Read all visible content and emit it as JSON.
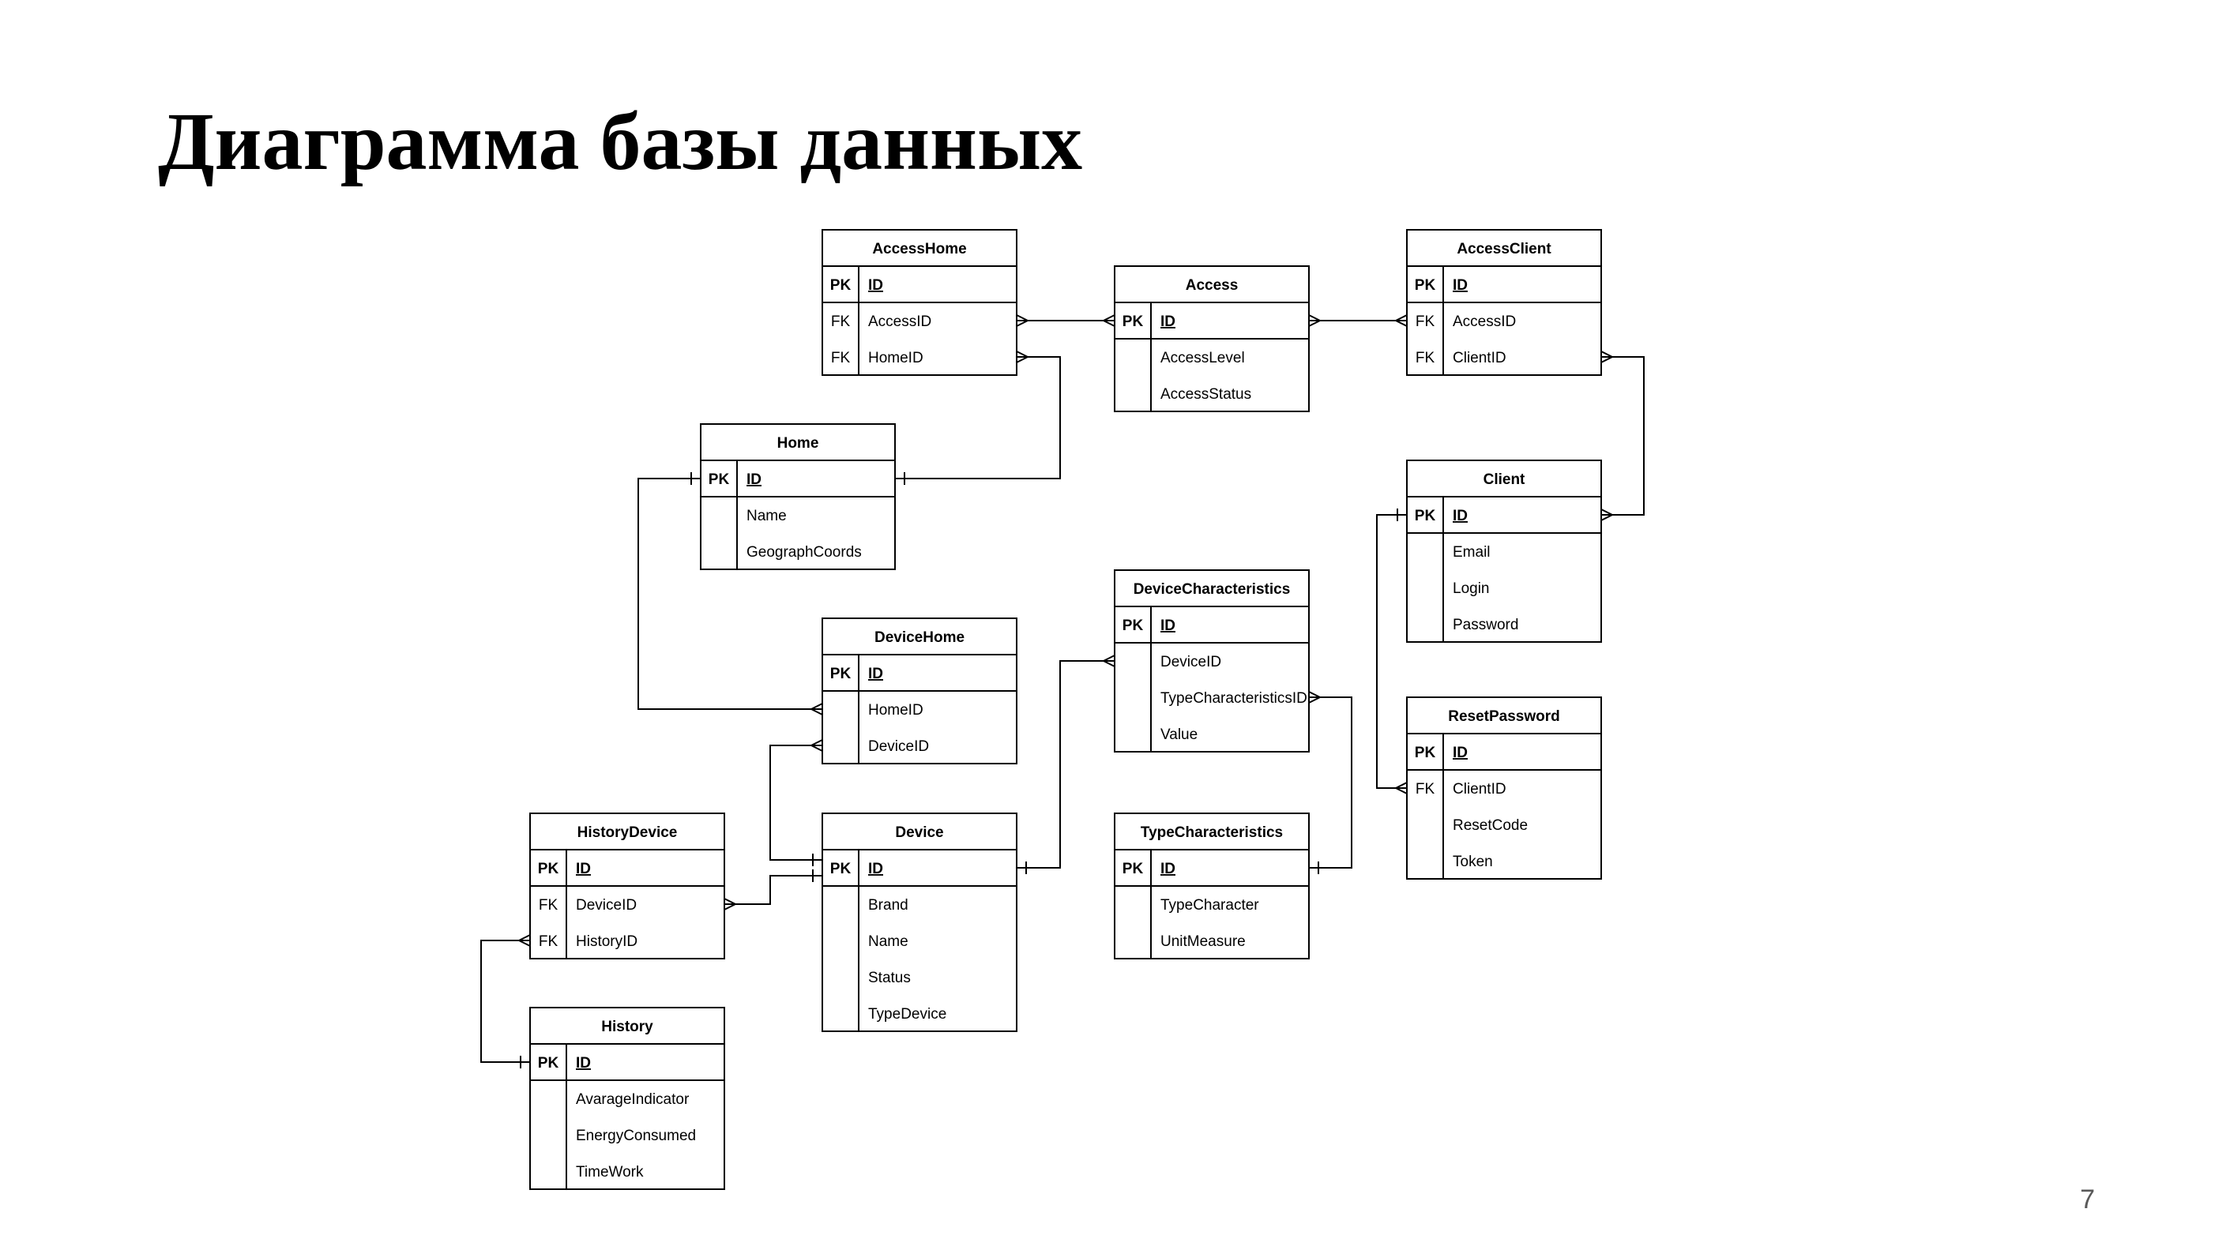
{
  "slide": {
    "title": "Диаграмма базы данных",
    "page_number": "7"
  },
  "entities": [
    {
      "name": "AccessHome",
      "rows": [
        {
          "key": "PK",
          "field": "ID"
        },
        {
          "key": "FK",
          "field": "AccessID"
        },
        {
          "key": "FK",
          "field": "HomeID"
        }
      ]
    },
    {
      "name": "Access",
      "rows": [
        {
          "key": "PK",
          "field": "ID"
        },
        {
          "key": "",
          "field": "AccessLevel"
        },
        {
          "key": "",
          "field": "AccessStatus"
        }
      ]
    },
    {
      "name": "AccessClient",
      "rows": [
        {
          "key": "PK",
          "field": "ID"
        },
        {
          "key": "FK",
          "field": "AccessID"
        },
        {
          "key": "FK",
          "field": "ClientID"
        }
      ]
    },
    {
      "name": "Home",
      "rows": [
        {
          "key": "PK",
          "field": "ID"
        },
        {
          "key": "",
          "field": "Name"
        },
        {
          "key": "",
          "field": "GeographCoords"
        }
      ]
    },
    {
      "name": "Client",
      "rows": [
        {
          "key": "PK",
          "field": "ID"
        },
        {
          "key": "",
          "field": "Email"
        },
        {
          "key": "",
          "field": "Login"
        },
        {
          "key": "",
          "field": "Password"
        }
      ]
    },
    {
      "name": "DeviceCharacteristics",
      "rows": [
        {
          "key": "PK",
          "field": "ID"
        },
        {
          "key": "",
          "field": "DeviceID"
        },
        {
          "key": "",
          "field": "TypeCharacteristicsID"
        },
        {
          "key": "",
          "field": "Value"
        }
      ]
    },
    {
      "name": "DeviceHome",
      "rows": [
        {
          "key": "PK",
          "field": "ID"
        },
        {
          "key": "",
          "field": "HomeID"
        },
        {
          "key": "",
          "field": "DeviceID"
        }
      ]
    },
    {
      "name": "ResetPassword",
      "rows": [
        {
          "key": "PK",
          "field": "ID"
        },
        {
          "key": "FK",
          "field": "ClientID"
        },
        {
          "key": "",
          "field": "ResetCode"
        },
        {
          "key": "",
          "field": "Token"
        }
      ]
    },
    {
      "name": "HistoryDevice",
      "rows": [
        {
          "key": "PK",
          "field": "ID"
        },
        {
          "key": "FK",
          "field": "DeviceID"
        },
        {
          "key": "FK",
          "field": "HistoryID"
        }
      ]
    },
    {
      "name": "Device",
      "rows": [
        {
          "key": "PK",
          "field": "ID"
        },
        {
          "key": "",
          "field": "Brand"
        },
        {
          "key": "",
          "field": "Name"
        },
        {
          "key": "",
          "field": "Status"
        },
        {
          "key": "",
          "field": "TypeDevice"
        }
      ]
    },
    {
      "name": "TypeCharacteristics",
      "rows": [
        {
          "key": "PK",
          "field": "ID"
        },
        {
          "key": "",
          "field": "TypeCharacter"
        },
        {
          "key": "",
          "field": "UnitMeasure"
        }
      ]
    },
    {
      "name": "History",
      "rows": [
        {
          "key": "PK",
          "field": "ID"
        },
        {
          "key": "",
          "field": "AvarageIndicator"
        },
        {
          "key": "",
          "field": "EnergyConsumed"
        },
        {
          "key": "",
          "field": "TimeWork"
        }
      ]
    }
  ],
  "relationships": [
    {
      "from": "AccessHome.AccessID",
      "from_card": "many",
      "to": "Access.ID",
      "to_card": "many"
    },
    {
      "from": "Access.ID",
      "from_card": "many",
      "to": "AccessClient.AccessID",
      "to_card": "many"
    },
    {
      "from": "AccessHome.HomeID",
      "from_card": "many",
      "to": "Home.ID",
      "to_card": "one"
    },
    {
      "from": "AccessClient.ClientID",
      "from_card": "many",
      "to": "Client.ID",
      "to_card": "many"
    },
    {
      "from": "Home.ID",
      "from_card": "one",
      "to": "DeviceHome.HomeID",
      "to_card": "many"
    },
    {
      "from": "DeviceHome.DeviceID",
      "from_card": "many",
      "to": "Device.ID",
      "to_card": "one"
    },
    {
      "from": "Device.ID",
      "from_card": "one",
      "to": "DeviceCharacteristics.DeviceID",
      "to_card": "many"
    },
    {
      "from": "DeviceCharacteristics.TypeCharacteristicsID",
      "from_card": "many",
      "to": "TypeCharacteristics.ID",
      "to_card": "one"
    },
    {
      "from": "Client.ID",
      "from_card": "one",
      "to": "ResetPassword.ClientID",
      "to_card": "many"
    },
    {
      "from": "HistoryDevice.DeviceID",
      "from_card": "many",
      "to": "Device.ID",
      "to_card": "one"
    },
    {
      "from": "HistoryDevice.HistoryID",
      "from_card": "many",
      "to": "History.ID",
      "to_card": "one"
    }
  ]
}
